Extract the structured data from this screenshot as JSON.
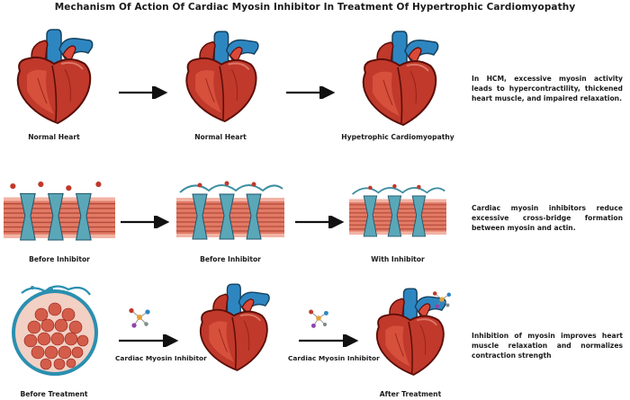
{
  "title": "Mechanism Of Action Of Cardiac Myosin Inhibitor In Treatment Of Hypertrophic Cardiomyopathy",
  "row1": {
    "captions": [
      "Normal Heart",
      "Normal Heart",
      "Hypetrophic Cardiomyopathy"
    ],
    "description": "In HCM, excessive myosin activity leads to hypercontractility, thickened heart muscle, and impaired relaxation."
  },
  "row2": {
    "captions": [
      "Before Inhibitor",
      "Before Inhibitor",
      "With Inhibitor"
    ],
    "description": "Cardiac myosin inhibitors reduce excessive cross-bridge formation between myosin and actin."
  },
  "row3": {
    "captions": [
      "Before Treatment",
      "After Treatment"
    ],
    "inhibitor_labels": [
      "Cardiac Myosin Inhibitor",
      "Cardiac Myosin Inhibitor"
    ],
    "description": "Inhibition of myosin improves heart muscle relaxation and normalizes contraction strength"
  },
  "colors": {
    "heart_red": "#c0392b",
    "heart_dark": "#8e1c12",
    "aorta_blue": "#2e86c1",
    "muscle_fiber": "#d35d4a",
    "myosin_teal": "#5aa7b8",
    "arrow": "#111111"
  }
}
